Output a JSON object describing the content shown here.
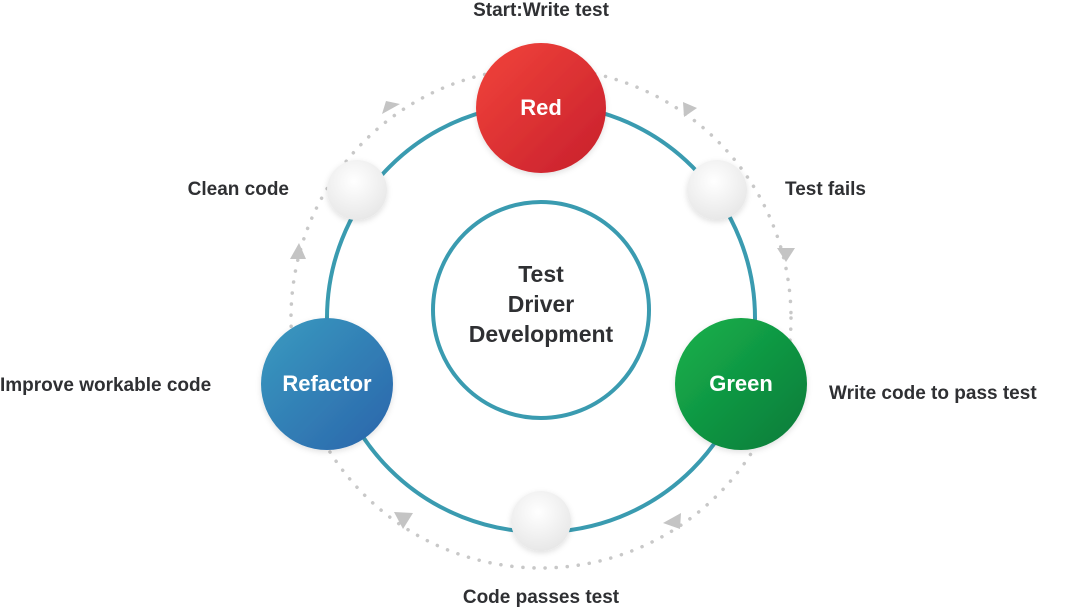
{
  "diagram": {
    "center": {
      "lines": [
        "Test",
        "Driver",
        "Development"
      ]
    },
    "nodes": {
      "red": {
        "label": "Red",
        "color_from": "#f2443b",
        "color_to": "#c71f2c"
      },
      "green": {
        "label": "Green",
        "color_from": "#16b24b",
        "color_to": "#0a7a3a"
      },
      "refactor": {
        "label": "Refactor",
        "color_from": "#3a9bc0",
        "color_to": "#2a64ab"
      }
    },
    "labels": {
      "start": "Start:Write test",
      "test_fails": "Test fails",
      "write_code": "Write code to pass test",
      "code_passes": "Code passes test",
      "improve": "Improve workable code",
      "clean_code": "Clean code"
    },
    "colors": {
      "ring": "#3a9bb0",
      "dots": "#c8c8c8",
      "arrow": "#c4c4c4",
      "text": "#2f3033"
    }
  }
}
